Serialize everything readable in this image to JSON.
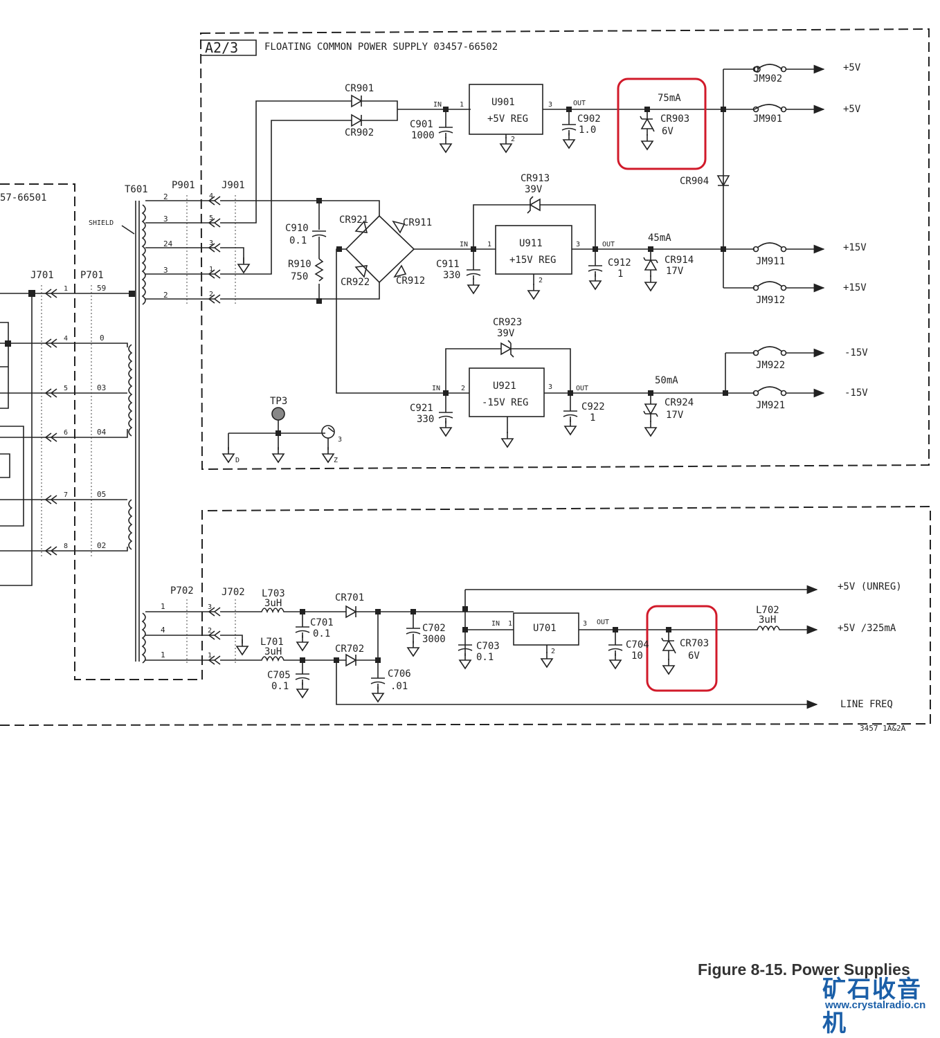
{
  "title": {
    "box": "A2/3",
    "name": "FLOATING COMMON POWER SUPPLY 03457-66502"
  },
  "partial_box_label": "57-66501",
  "transformer": {
    "t601": "T601",
    "shield": "SHIELD",
    "p901": "P901",
    "j901": "J901",
    "j701": "J701",
    "p701": "P701",
    "p702": "P702",
    "j702": "J702",
    "taps_top": [
      "2",
      "3",
      "24",
      "3",
      "2"
    ],
    "taps_left": [
      "59",
      "0",
      "03",
      "04",
      "05",
      "02"
    ],
    "taps_bottom": [
      "1",
      "4",
      "1"
    ],
    "pins_j901": [
      "4",
      "5",
      "3",
      "1",
      "2"
    ],
    "pins_j701": [
      "1",
      "4",
      "5",
      "6",
      "7",
      "8"
    ],
    "pins_j702": [
      "3",
      "2",
      "1"
    ]
  },
  "supply5": {
    "cr901": "CR901",
    "cr902": "CR902",
    "c901": "C901",
    "c901v": "1000",
    "u901": "U901",
    "u901f": "+5V REG",
    "in": "IN",
    "out": "OUT",
    "p1": "1",
    "p2": "2",
    "p3": "3",
    "c902": "C902",
    "c902v": "1.0",
    "cur": "75mA",
    "cr903": "CR903",
    "cr903v": "6V",
    "jm902": "JM902",
    "jm901": "JM901",
    "out1": "+5V",
    "out2": "+5V",
    "cr904": "CR904"
  },
  "supply15": {
    "c910": "C910",
    "c910v": "0.1",
    "r910": "R910",
    "r910v": "750",
    "cr921": "CR921",
    "cr911": "CR911",
    "cr922": "CR922",
    "cr912": "CR912",
    "cr913": "CR913",
    "cr913v": "39V",
    "c911": "C911",
    "c911v": "330",
    "u911": "U911",
    "u911f": "+15V REG",
    "c912": "C912",
    "c912v": "1",
    "cur": "45mA",
    "cr914": "CR914",
    "cr914v": "17V",
    "jm911": "JM911",
    "jm912": "JM912",
    "out1": "+15V",
    "out2": "+15V"
  },
  "supplyN15": {
    "cr923": "CR923",
    "cr923v": "39V",
    "c921": "C921",
    "c921v": "330",
    "u921": "U921",
    "u921f": "-15V REG",
    "c922": "C922",
    "c922v": "1",
    "cur": "50mA",
    "cr924": "CR924",
    "cr924v": "17V",
    "jm922": "JM922",
    "jm921": "JM921",
    "out1": "-15V",
    "out2": "-15V"
  },
  "grounds": {
    "tp3": "TP3",
    "d": "D",
    "z": "Z",
    "three": "3"
  },
  "supply_bottom": {
    "l703": "L703",
    "l703v": "3uH",
    "l701": "L701",
    "l701v": "3uH",
    "c701": "C701",
    "c701v": "0.1",
    "c705": "C705",
    "c705v": "0.1",
    "cr701": "CR701",
    "cr702": "CR702",
    "c706": "C706",
    "c706v": ".01",
    "c702": "C702",
    "c702v": "3000",
    "c703": "C703",
    "c703v": "0.1",
    "u701": "U701",
    "in": "IN",
    "out": "OUT",
    "p1": "1",
    "p2": "2",
    "p3": "3",
    "c704": "C704",
    "c704v": "10",
    "cr703": "CR703",
    "cr703v": "6V",
    "l702": "L702",
    "l702v": "3uH",
    "out_unreg": "+5V (UNREG)",
    "out_5v": "+5V /325mA",
    "out_line": "LINE FREQ"
  },
  "drawing_no": "3457 1A&2A",
  "caption": "Figure 8-15. Power Supplies",
  "watermark": {
    "cn": "矿石收音机",
    "url": "www.crystalradio.cn"
  }
}
